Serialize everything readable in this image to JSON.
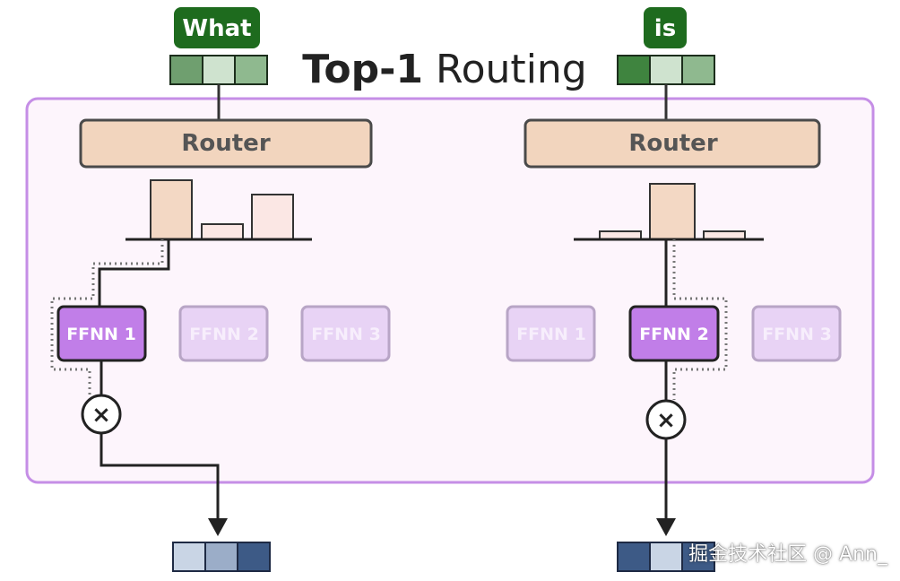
{
  "title": {
    "bold": "Top-1",
    "rest": " Routing"
  },
  "left": {
    "token": "What",
    "router_label": "Router",
    "experts": [
      "FFNN 1",
      "FFNN 2",
      "FFNN 3"
    ]
  },
  "right": {
    "token": "is",
    "router_label": "Router",
    "experts": [
      "FFNN 1",
      "FFNN 2",
      "FFNN 3"
    ]
  },
  "multiply_symbol": "×",
  "watermark": "掘金技术社区 @ Ann_",
  "colors": {
    "token_label_bg": "#1e6b1e",
    "panel_border": "#c58ee6",
    "panel_fill": "#fdf5fc",
    "router_fill": "#f2d5be",
    "expert_active": "#c17ee8",
    "expert_inactive": "#e8d3f5",
    "output_dark": "#3d5a86",
    "output_mid": "#9badc8",
    "output_light": "#c9d5e5"
  }
}
